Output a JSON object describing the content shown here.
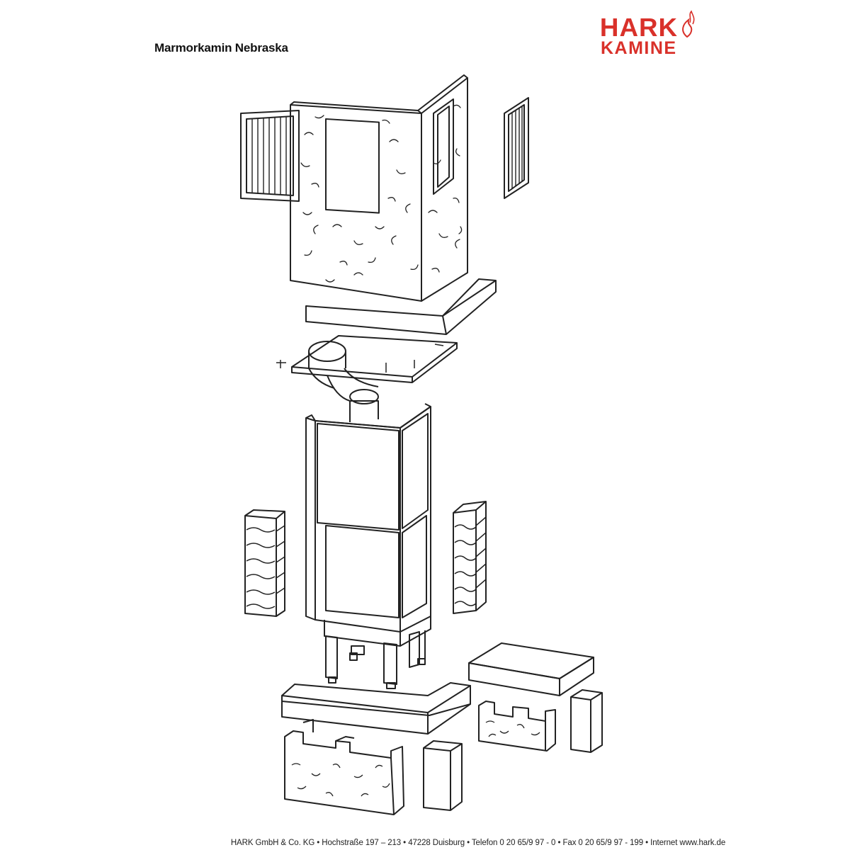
{
  "document": {
    "title": "Marmorkamin Nebraska",
    "footer": "HARK GmbH & Co. KG • Hochstraße 197 – 213 • 47228 Duisburg • Telefon 0 20 65/9 97 - 0 • Fax 0 20 65/9 97 - 199 • Internet www.hark.de"
  },
  "logo": {
    "line1": "HARK",
    "line2": "KAMINE",
    "color": "#d9312a",
    "icon": "flame-icon"
  },
  "colors": {
    "line": "#222222",
    "background": "#ffffff"
  }
}
